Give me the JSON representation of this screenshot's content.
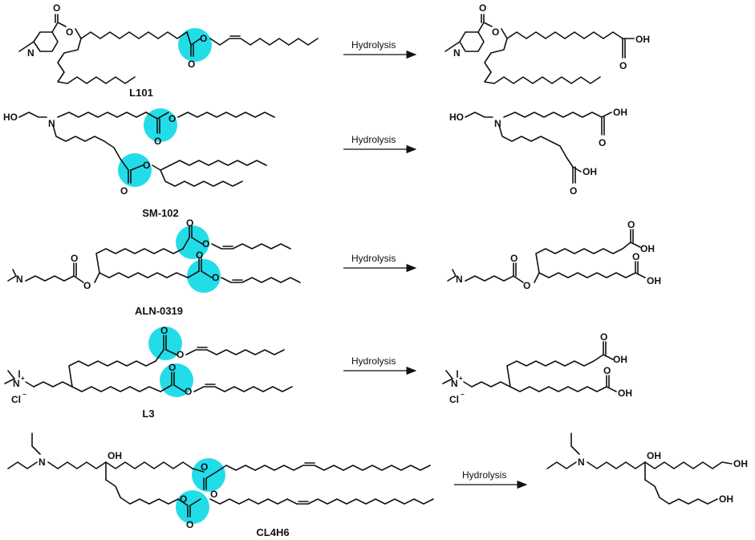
{
  "colors": {
    "ester_highlight": "#22dde8",
    "ink": "#111111"
  },
  "reactions": [
    {
      "reactant_label": "L101",
      "arrow_label": "Hydrolysis"
    },
    {
      "reactant_label": "SM-102",
      "arrow_label": "Hydrolysis"
    },
    {
      "reactant_label": "ALN-0319",
      "arrow_label": "Hydrolysis"
    },
    {
      "reactant_label": "L3",
      "arrow_label": "Hydrolysis"
    },
    {
      "reactant_label": "CL4H6",
      "arrow_label": "Hydrolysis"
    }
  ],
  "atoms": {
    "O": "O",
    "N": "N",
    "OH": "OH",
    "HO": "HO",
    "Cl": "Cl",
    "plus": "+",
    "minus": "−"
  }
}
